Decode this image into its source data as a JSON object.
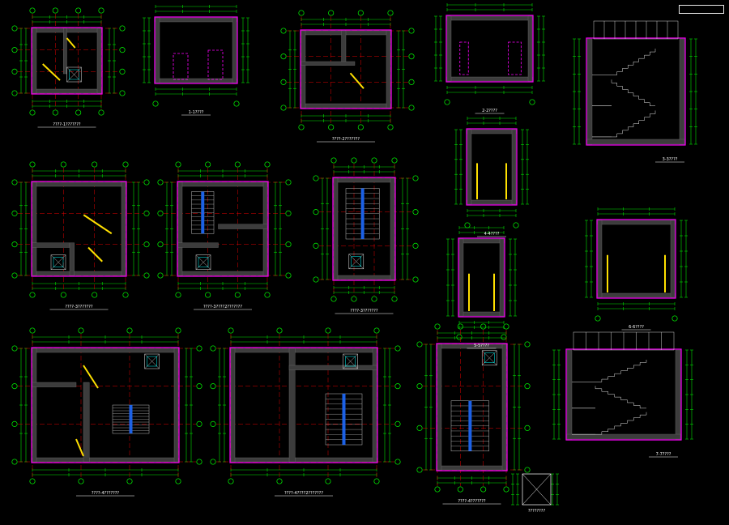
{
  "canvas": {
    "background": "#000000",
    "colors": {
      "concrete_hatch": "#3c3c3c",
      "dimension": "#00e000",
      "axis_bubble": "#00ff00",
      "grid_axis": "#e00000",
      "outline": "#ff00ff",
      "annotation": "#ffffff",
      "cyan": "#00ffff",
      "yellow": "#ffe000",
      "blue": "#1f6bff"
    }
  },
  "drawings": [
    {
      "id": "d1",
      "kind": "plan",
      "caption": "????-1???????"
    },
    {
      "id": "d2",
      "kind": "section",
      "caption": "1-1????"
    },
    {
      "id": "d3",
      "kind": "plan",
      "caption": "????-2???????"
    },
    {
      "id": "d4",
      "kind": "section",
      "caption": "2-2????"
    },
    {
      "id": "d5",
      "kind": "stair-section",
      "caption": "3-3????"
    },
    {
      "id": "d6",
      "kind": "section",
      "caption": "4-4????"
    },
    {
      "id": "d7",
      "kind": "plan",
      "caption": "????-3???????"
    },
    {
      "id": "d8",
      "kind": "plan",
      "caption": "????-3????2???????"
    },
    {
      "id": "d9",
      "kind": "plan",
      "caption": "????-3???????"
    },
    {
      "id": "d10",
      "kind": "section",
      "caption": "5-5????"
    },
    {
      "id": "d11",
      "kind": "section",
      "caption": "6-6????"
    },
    {
      "id": "d12",
      "kind": "plan",
      "caption": "????-4???????"
    },
    {
      "id": "d13",
      "kind": "plan",
      "caption": "????-4????2???????"
    },
    {
      "id": "d14",
      "kind": "plan",
      "caption": "????-4???????"
    },
    {
      "id": "d15",
      "kind": "stair-section",
      "caption": "7-7????"
    },
    {
      "id": "d16",
      "kind": "detail",
      "caption": "????????"
    }
  ]
}
